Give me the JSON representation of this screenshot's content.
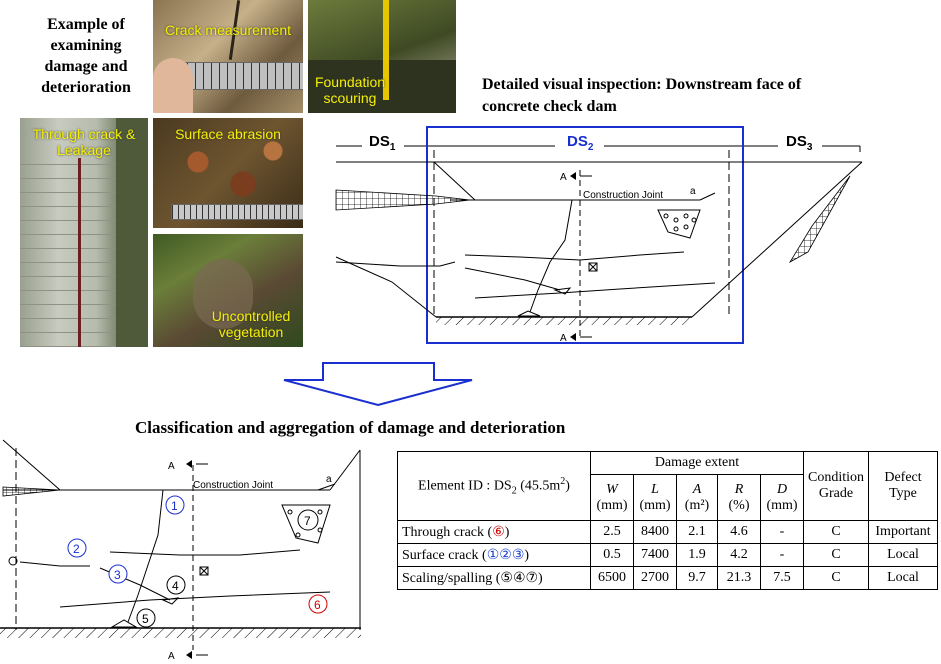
{
  "titles": {
    "left": "Example of examining damage and deterioration",
    "right": "Detailed visual inspection: Downstream face of concrete check dam",
    "middle": "Classification and aggregation of damage and deterioration"
  },
  "photos": {
    "crack_measurement": "Crack measurement",
    "foundation_scouring": "Foundation scouring",
    "through_crack": "Through crack & Leakage",
    "surface_abrasion": "Surface abrasion",
    "uncontrolled_vegetation": "Uncontrolled vegetation"
  },
  "diagram": {
    "sections": [
      "DS",
      "DS",
      "DS"
    ],
    "section_subs": [
      "1",
      "2",
      "3"
    ],
    "section_a": "A",
    "construction_joint": "Construction Joint",
    "label_a": "a"
  },
  "markers": {
    "m1": "①",
    "m2": "②",
    "m3": "③",
    "m4": "④",
    "m5": "⑤",
    "m6": "⑥",
    "m7": "⑦"
  },
  "table": {
    "element_id": "Element ID : DS",
    "element_id_sub": "2",
    "element_area": " (45.5m",
    "element_area_sup": "2",
    "element_area_end": ")",
    "damage_extent": "Damage extent",
    "condition_grade": "Condition Grade",
    "defect_type": "Defect Type",
    "cols": [
      {
        "sym": "W",
        "unit": "(mm)"
      },
      {
        "sym": "L",
        "unit": "(mm)"
      },
      {
        "sym": "A",
        "unit": "(m²)"
      },
      {
        "sym": "R",
        "unit": "(%)"
      },
      {
        "sym": "D",
        "unit": "(mm)"
      }
    ],
    "rows": [
      {
        "label": "Through crack (",
        "marks": "⑥",
        "end": ")",
        "w": "2.5",
        "l": "8400",
        "a": "2.1",
        "r": "4.6",
        "d": "-",
        "grade": "C",
        "type": "Important"
      },
      {
        "label": "Surface crack (",
        "marks": "①②③",
        "end": ")",
        "w": "0.5",
        "l": "7400",
        "a": "1.9",
        "r": "4.2",
        "d": "-",
        "grade": "C",
        "type": "Local"
      },
      {
        "label": "Scaling/spalling (",
        "marks": "⑤④⑦",
        "end": ")",
        "w": "6500",
        "l": "2700",
        "a": "9.7",
        "r": "21.3",
        "d": "7.5",
        "grade": "C",
        "type": "Local"
      }
    ]
  },
  "colors": {
    "blue": "#1a2fd0",
    "red": "#d00000",
    "caption": "#f5f000"
  }
}
